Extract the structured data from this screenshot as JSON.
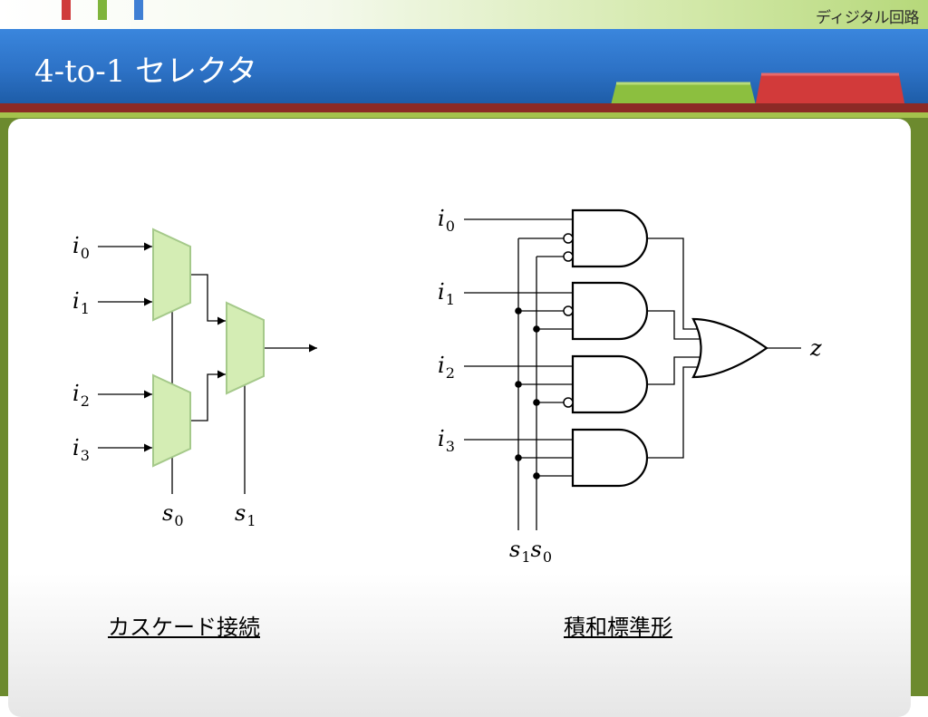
{
  "header": {
    "course": "ディジタル回路",
    "title": "4-to-1 セレクタ"
  },
  "left_diagram": {
    "caption": "カスケード接続",
    "inputs": [
      "i0",
      "i1",
      "i2",
      "i3"
    ],
    "selects": [
      "s0",
      "s1"
    ],
    "block_color": "#d4edb4"
  },
  "right_diagram": {
    "caption": "積和標準形",
    "inputs": [
      "i0",
      "i1",
      "i2",
      "i3"
    ],
    "selects": [
      "s1",
      "s0"
    ],
    "output": "z"
  },
  "colors": {
    "title_bar": "#2d72c6",
    "frame_green": "#6c8a2e",
    "frame_red": "#8c2a26",
    "tab_red": "#cf3b3b",
    "tab_green": "#7fb43c",
    "tab_blue": "#3f7fd4"
  }
}
